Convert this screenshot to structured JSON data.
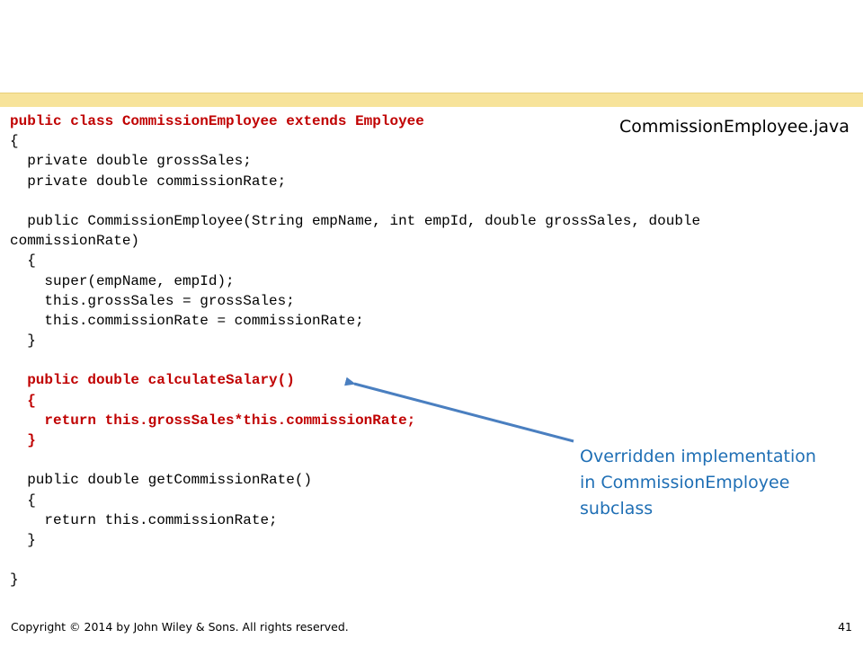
{
  "slide": {
    "file_label": "CommissionEmployee.java",
    "code_lines": [
      {
        "text": "public class CommissionEmployee extends Employee",
        "highlight": true
      },
      {
        "text": "{",
        "highlight": false
      },
      {
        "text": "  private double grossSales;",
        "highlight": false
      },
      {
        "text": "  private double commissionRate;",
        "highlight": false
      },
      {
        "text": "",
        "highlight": false
      },
      {
        "text": "  public CommissionEmployee(String empName, int empId, double grossSales, double",
        "highlight": false
      },
      {
        "text": "commissionRate)",
        "highlight": false
      },
      {
        "text": "  {",
        "highlight": false
      },
      {
        "text": "    super(empName, empId);",
        "highlight": false
      },
      {
        "text": "    this.grossSales = grossSales;",
        "highlight": false
      },
      {
        "text": "    this.commissionRate = commissionRate;",
        "highlight": false
      },
      {
        "text": "  }",
        "highlight": false
      },
      {
        "text": "",
        "highlight": false
      },
      {
        "text": "  public double calculateSalary()",
        "highlight": true
      },
      {
        "text": "  {",
        "highlight": true
      },
      {
        "text": "    return this.grossSales*this.commissionRate;",
        "highlight": true
      },
      {
        "text": "  }",
        "highlight": true
      },
      {
        "text": "",
        "highlight": false
      },
      {
        "text": "  public double getCommissionRate()",
        "highlight": false
      },
      {
        "text": "  {",
        "highlight": false
      },
      {
        "text": "    return this.commissionRate;",
        "highlight": false
      },
      {
        "text": "  }",
        "highlight": false
      },
      {
        "text": "",
        "highlight": false
      },
      {
        "text": "}",
        "highlight": false
      }
    ],
    "annotation_lines": [
      "Overridden implementation",
      "in CommissionEmployee",
      "subclass"
    ],
    "footer_copyright": "Copyright © 2014 by John Wiley & Sons.  All rights reserved.",
    "page_number": "41"
  },
  "colors": {
    "highlight_code": "#c00000",
    "annotation_text": "#1f6fb5",
    "arrow": "#4a7fc0",
    "top_bar": "#f7e39a"
  }
}
